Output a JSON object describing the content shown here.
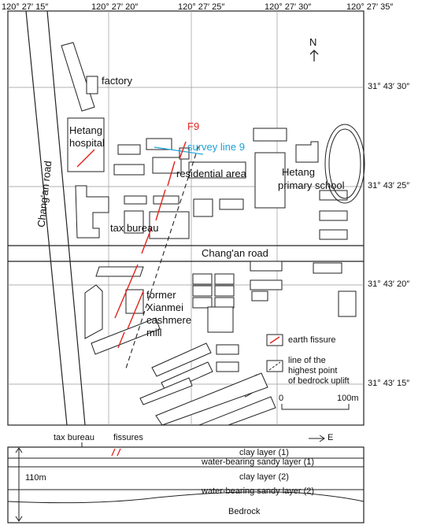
{
  "map": {
    "top_coords": [
      "120° 27′ 15″",
      "120° 27′ 20″",
      "120° 27′ 25″",
      "120° 27′ 30″",
      "120° 27′ 35″"
    ],
    "right_coords": [
      "31° 43′ 30″",
      "31° 43′ 25″",
      "31° 43′ 20″",
      "31° 43′ 15″"
    ],
    "north": "N",
    "road_vertical": "Chang'an road",
    "road_horizontal": "Chang'an road",
    "labels": {
      "factory": "factory",
      "hospital_1": "Hetang",
      "hospital_2": "hospital",
      "fault": "F9",
      "survey_line": "survey line 9",
      "residential": "residential area",
      "school_1": "Hetang",
      "school_2": "primary school",
      "tax": "tax bureau",
      "mill_1": "former",
      "mill_2": "Xianmei",
      "mill_3": "cashmere",
      "mill_4": "mill"
    },
    "legend": {
      "fissure": "earth fissure",
      "uplift_1": "line of the",
      "uplift_2": "highest point",
      "uplift_3": "of bedrock uplift"
    },
    "scale": {
      "start": "0",
      "end": "100m"
    },
    "colors": {
      "fissure": "#e0231b",
      "survey": "#1aa3d9"
    }
  },
  "section": {
    "tax": "tax bureau",
    "fissures": "fissures",
    "east": "E",
    "depth": "110m",
    "layers": [
      "clay layer (1)",
      "water-bearing sandy layer (1)",
      "clay layer (2)",
      "water-bearing sandy layer (2)",
      "Bedrock"
    ]
  }
}
